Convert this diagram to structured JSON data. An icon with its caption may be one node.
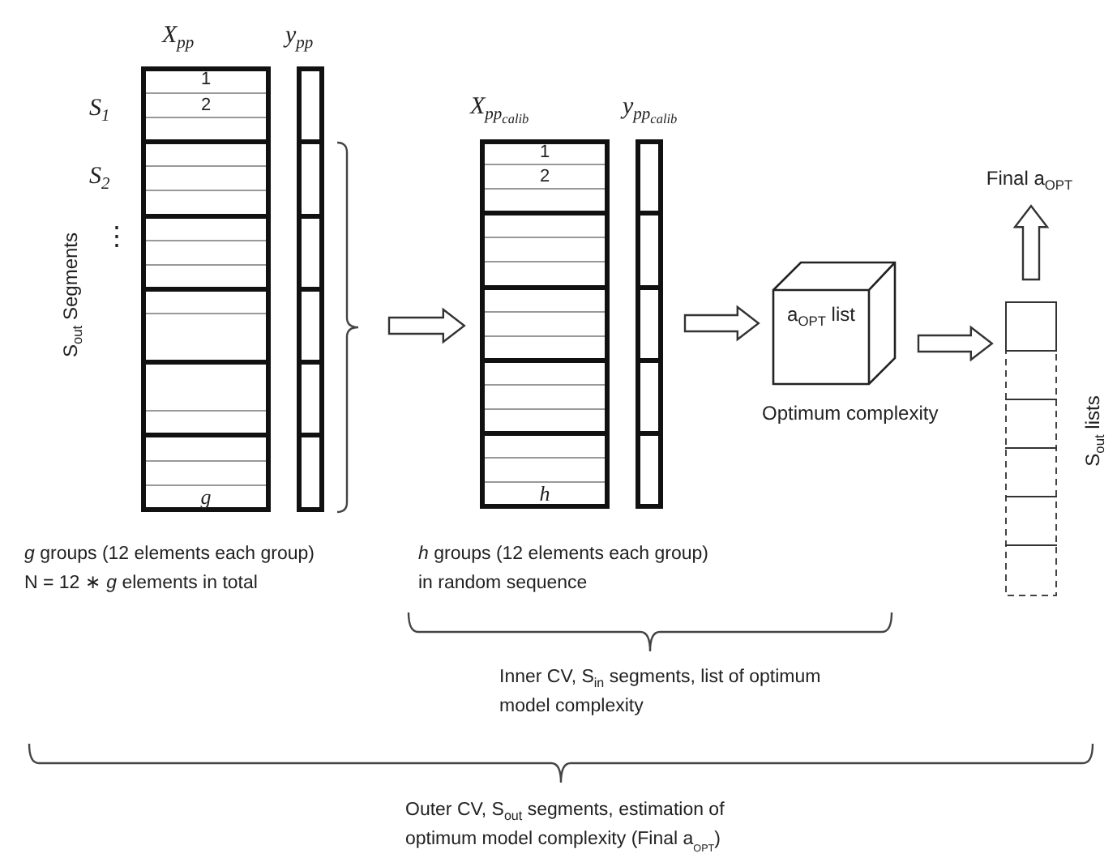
{
  "diagram": {
    "nodes": [
      {
        "text": [
          "X$_{pp}$",
          "1",
          "2",
          "g"
        ]
      },
      {
        "text": [
          "y$_{pp}$"
        ]
      },
      {
        "text": [],
        "shape": "brace"
      },
      {
        "text": [
          "X$_{pp}$$_{calib}$",
          "1",
          "2",
          "h"
        ]
      },
      {
        "text": [
          "y$_{pp}$$_{calib}$"
        ]
      },
      {
        "text": [
          "a$_{OPT}$ list"
        ],
        "beside": [
          "Optimum complexity"
        ]
      },
      {
        "text": [
          "Final a$_{OPT}$"
        ]
      },
      {
        "text": [],
        "shape": "box",
        "beside": [
          "S$_{out}$ lists"
        ]
      }
    ],
    "edges": [
      {
        "from": 2,
        "to": 3,
        "arrow": "to"
      },
      {
        "from": 4,
        "to": 5,
        "arrow": "to"
      },
      {
        "from": 5,
        "to": 7,
        "arrow": "to"
      },
      {
        "from": 7,
        "to": 6,
        "arrow": "to"
      }
    ],
    "labels": [
      "S$_{1}$",
      "S$_{2}$",
      "⋮",
      "S$_{out}$ Segments",
      "*g* groups (12 elements each group)",
      "N = 12 ∗ *g* elements in total",
      "*h* groups (12 elements each group) in random sequence",
      "Inner CV, S$_{in}$ segments, list of optimum model complexity",
      "Outer CV, S$_{out}$ segments, estimation of optimum model complexity (Final a$_{OPT}$)"
    ]
  }
}
